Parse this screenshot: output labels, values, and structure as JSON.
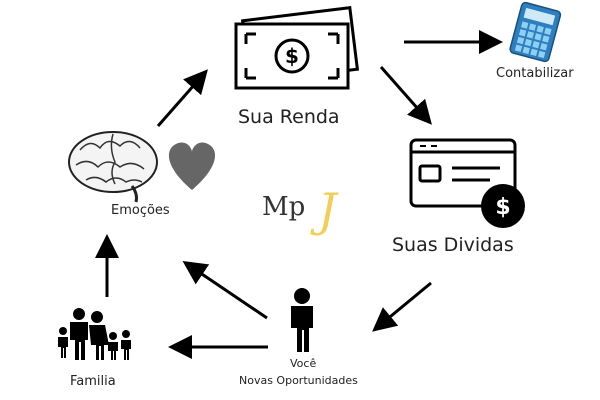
{
  "nodes": {
    "income": {
      "label": "Sua Renda",
      "icon": "cash-icon"
    },
    "accounting": {
      "label": "Contabilizar",
      "icon": "calculator-icon"
    },
    "debts": {
      "label": "Suas Dividas",
      "icon": "credit-card-icon"
    },
    "you": {
      "label_line1": "Você",
      "label_line2": "Novas Oportunidades",
      "icon": "person-icon"
    },
    "family": {
      "label": "Familia",
      "icon": "family-icon"
    },
    "emotions": {
      "label": "Emoções",
      "icons": [
        "brain-icon",
        "heart-icon"
      ]
    }
  },
  "logo": {
    "text_prefix": "Mp",
    "text_accent": "J",
    "accent_color": "#f2cf5b"
  },
  "colors": {
    "stroke": "#000000",
    "calculator": "#2d7fc1",
    "heart": "#666666"
  }
}
